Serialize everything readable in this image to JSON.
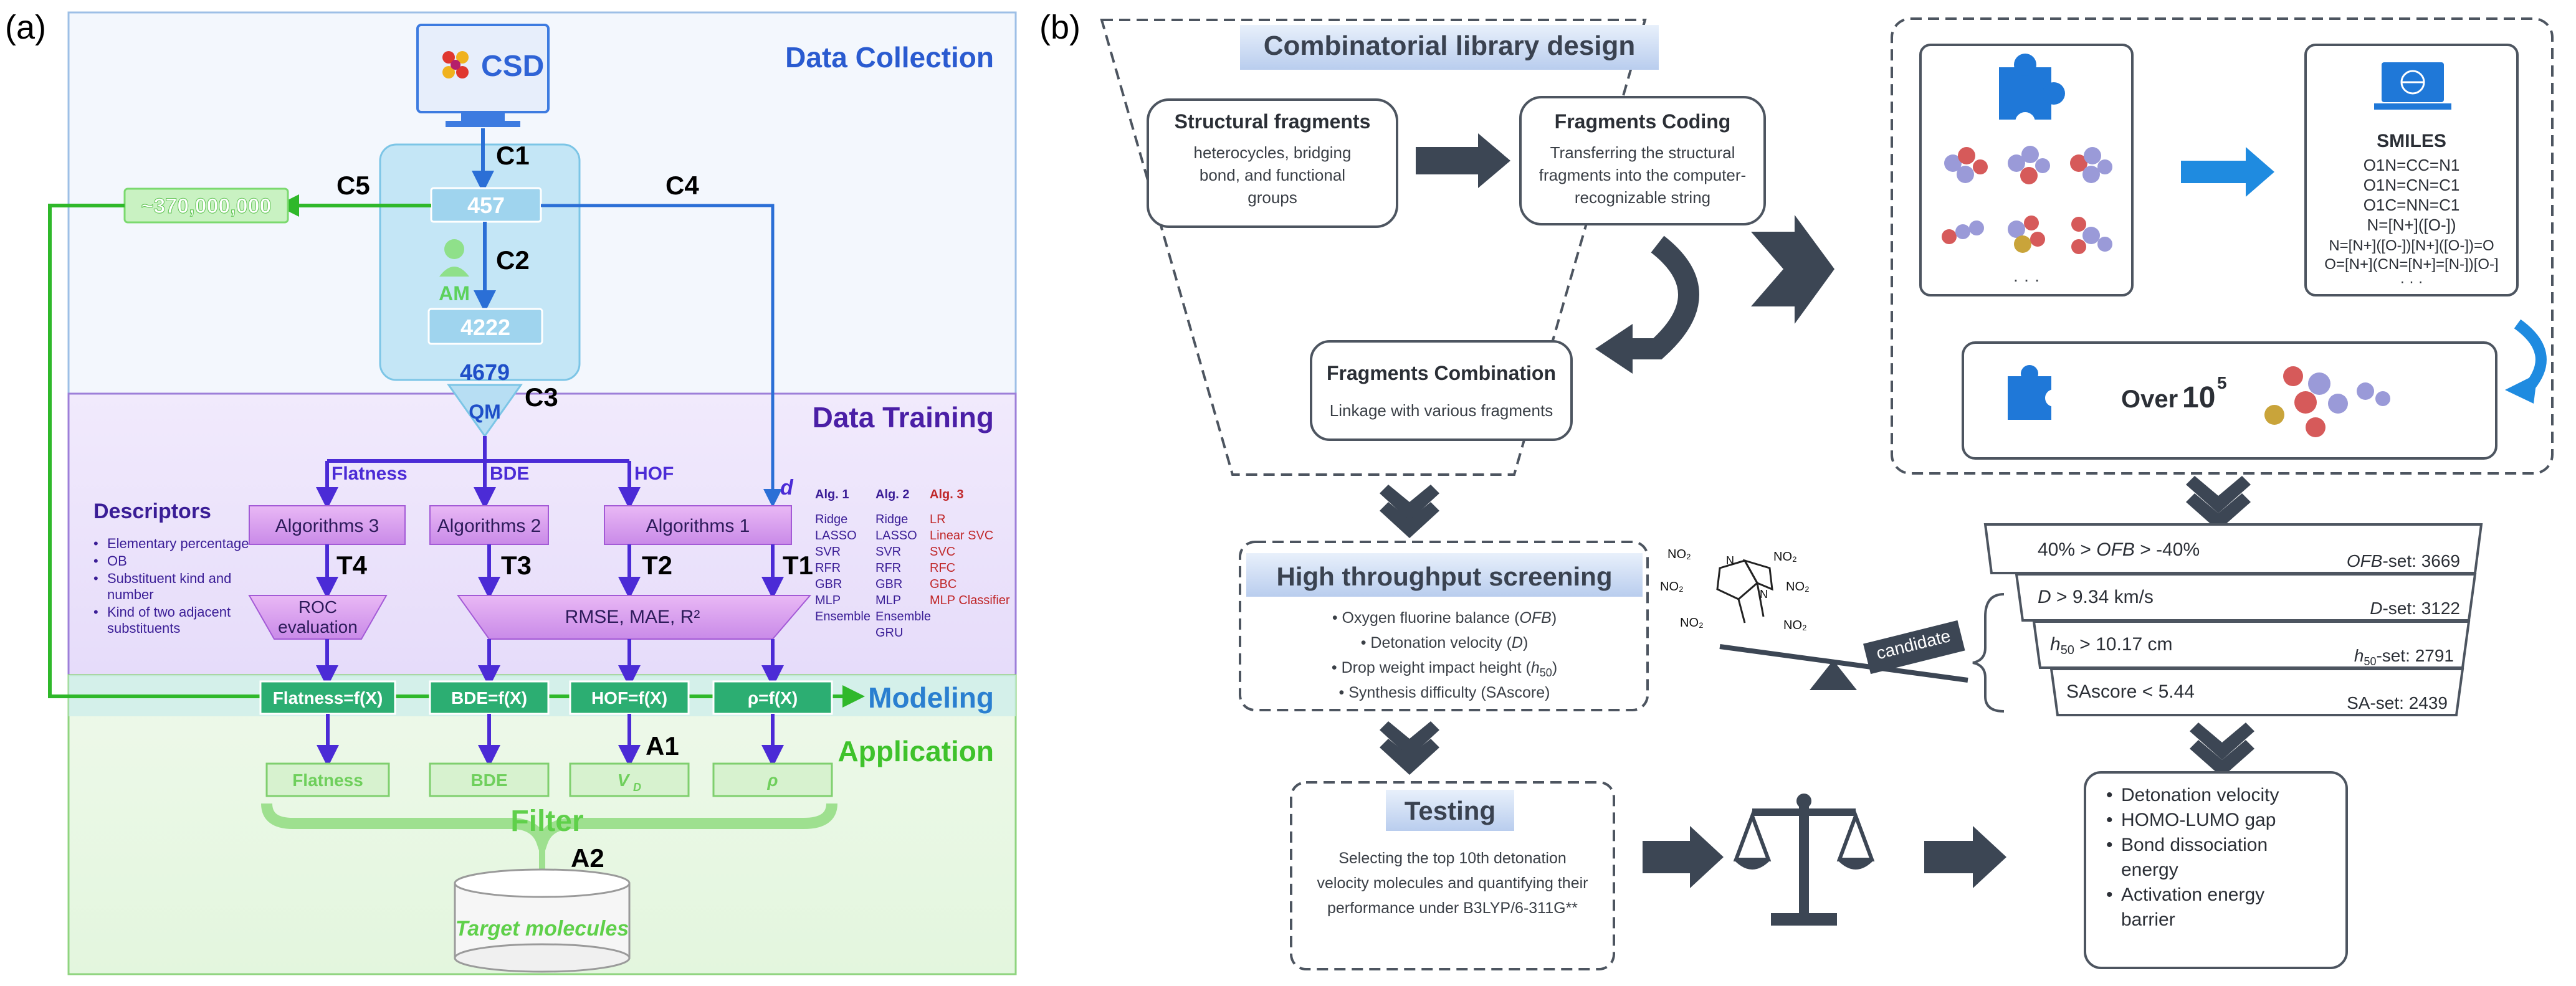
{
  "panel_a": {
    "label": "(a)",
    "sections": {
      "data_collection": "Data Collection",
      "data_training": "Data Training",
      "modeling": "Modeling",
      "application": "Application"
    },
    "csd": "CSD",
    "boxes": {
      "n457": "457",
      "n4222": "4222",
      "n4679": "4679",
      "qm": "QM",
      "am": "AM",
      "n370m": "~370,000,000"
    },
    "edges": {
      "c1": "C1",
      "c2": "C2",
      "c3": "C3",
      "c4": "C4",
      "c5": "C5",
      "t1": "T1",
      "t2": "T2",
      "t3": "T3",
      "t4": "T4",
      "a1": "A1",
      "a2": "A2"
    },
    "properties": {
      "flatness": "Flatness",
      "bde": "BDE",
      "hof": "HOF",
      "d": "d"
    },
    "algorithms": {
      "alg3": "Algorithms 3",
      "alg2": "Algorithms 2",
      "alg1": "Algorithms 1"
    },
    "evaluation": {
      "roc": "ROC",
      "roc2": "evaluation",
      "rmse": "RMSE, MAE, R²"
    },
    "descriptors": {
      "title": "Descriptors",
      "items": [
        "Elementary percentage",
        "OB",
        "Substituent kind and",
        "number",
        "Kind of two adjacent",
        "substituents"
      ]
    },
    "alg_lists": {
      "alg1_title": "Alg. 1",
      "alg1": [
        "Ridge",
        "LASSO",
        "SVR",
        "RFR",
        "GBR",
        "MLP",
        "Ensemble"
      ],
      "alg2_title": "Alg. 2",
      "alg2": [
        "Ridge",
        "LASSO",
        "SVR",
        "RFR",
        "GBR",
        "MLP",
        "Ensemble",
        "GRU"
      ],
      "alg3_title": "Alg. 3",
      "alg3": [
        "LR",
        "Linear SVC",
        "SVC",
        "RFC",
        "GBC",
        "MLP Classifier"
      ]
    },
    "models": {
      "flatness": "Flatness=f(X)",
      "bde": "BDE=f(X)",
      "hof": "HOF=f(X)",
      "rho": "ρ=f(X)"
    },
    "outputs": {
      "flatness": "Flatness",
      "bde": "BDE",
      "vd": "V",
      "vd_sub": "D",
      "rho": "ρ"
    },
    "filter": "Filter",
    "target": "Target molecules"
  },
  "panel_b": {
    "label": "(b)",
    "library_title": "Combinatorial library design",
    "structural": {
      "title": "Structural fragments",
      "lines": [
        "heterocycles, bridging",
        "bond, and functional",
        "groups"
      ]
    },
    "coding": {
      "title": "Fragments Coding",
      "lines": [
        "Transferring the structural",
        "fragments into the computer-",
        "recognizable string"
      ]
    },
    "combination": {
      "title": "Fragments Combination",
      "line": "Linkage with various fragments"
    },
    "smiles": {
      "title": "SMILES",
      "lines": [
        "O1N=CC=N1",
        "O1N=CN=C1",
        "O1C=NN=C1",
        "N=[N+]([O-])",
        "N=[N+]([O-])[N+]([O-])=O",
        "O=[N+](CN=[N+]=[N-])[O-]",
        "· · ·"
      ]
    },
    "molecules_ellipsis": "· · ·",
    "over": "Over",
    "over_value": "10",
    "over_exp": "5",
    "screening": {
      "title": "High throughput screening",
      "items": [
        {
          "pre": "Oxygen fluorine balance (",
          "it": "OFB",
          "post": ")"
        },
        {
          "pre": "Detonation velocity (",
          "it": "D",
          "post": ")"
        },
        {
          "pre": "Drop weight impact height (",
          "it": "h",
          "sub": "50",
          "post": ")"
        },
        {
          "pre": "Synthesis difficulty (SAscore)",
          "it": "",
          "post": ""
        }
      ]
    },
    "candidate": "candidate",
    "funnel": [
      {
        "cond": "40% > OFB > -40%",
        "set": "OFB-set: 3669"
      },
      {
        "cond": "D > 9.34 km/s",
        "set": "D-set: 3122"
      },
      {
        "cond": "h50 > 10.17 cm",
        "set": "h50-set: 2791"
      },
      {
        "cond": "SAscore < 5.44",
        "set": "SA-set: 2439"
      }
    ],
    "testing": {
      "title": "Testing",
      "lines": [
        "Selecting the top 10th detonation",
        "velocity molecules and quantifying their",
        "performance under B3LYP/6-311G**"
      ]
    },
    "results": [
      "Detonation velocity",
      "HOMO-LUMO gap",
      "Bond dissociation",
      "energy",
      "Activation energy",
      "barrier"
    ],
    "no2": "NO₂",
    "n": "N"
  },
  "colors": {
    "section_blue": "#2a5bd0",
    "training_purple": "#4a1fa6",
    "arrow_purple": "#4b2bd6",
    "green": "#3ec22b",
    "dark_arrow": "#3c4654",
    "light_blue": "#9fd4ee",
    "red_text": "#c0282a"
  }
}
